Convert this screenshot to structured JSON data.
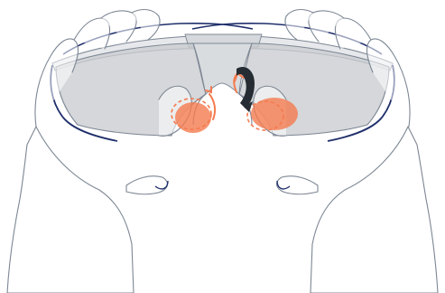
{
  "illustration": {
    "subject": "hands-holding-safety-glasses",
    "colors": {
      "outline": "#7d8794",
      "frame_blue": "#1f2f6b",
      "lens_gray": "#c9ccd0",
      "highlight_orange": "#f47b4f",
      "arrow_dark": "#262c33"
    },
    "icons": [
      "safety-glasses",
      "left-hand",
      "right-hand",
      "nose-pad-adjust-arrow",
      "grip-point-marker"
    ]
  }
}
